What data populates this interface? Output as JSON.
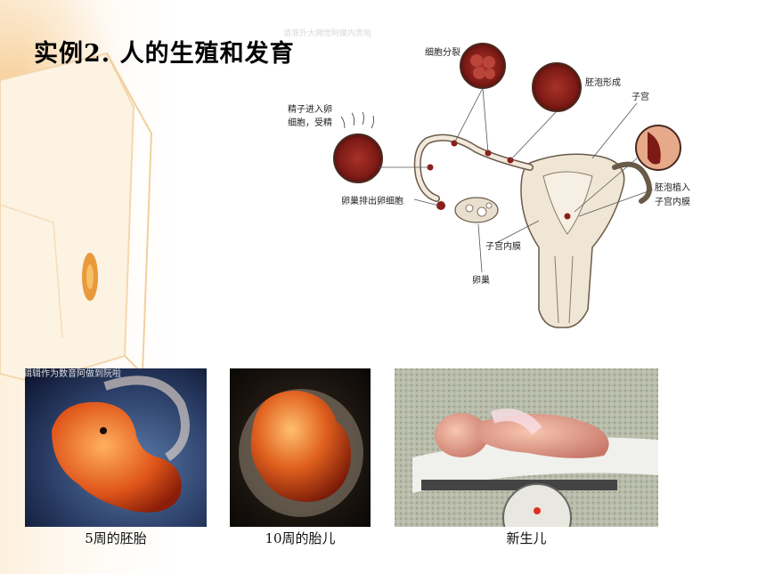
{
  "slide": {
    "title": "实例2. 人的生殖和发育",
    "watermark": "请准外大拥觉阿做内贵啦",
    "photo_watermark": "辑辑作为数音阿做到阮啦"
  },
  "diagram": {
    "labels": {
      "cell_division": "细胞分裂",
      "blastocyst_formation": "胚泡形成",
      "uterus": "子宫",
      "sperm_enters_line1": "精子进入卵",
      "sperm_enters_line2": "细胞，受精",
      "ovary_releases_egg": "卵巢排出卵细胞",
      "implantation_line1": "胚泡植入",
      "implantation_line2": "子宫内膜",
      "endometrium": "子宫内膜",
      "ovary": "卵巢"
    }
  },
  "photos": [
    {
      "caption": "5周的胚胎"
    },
    {
      "caption": "10周的胎儿"
    },
    {
      "caption": "新生儿"
    }
  ],
  "colors": {
    "deco_orange": "#f3c88a",
    "cell_red": "#8a1e1a",
    "uterus_outline": "#6a5a48"
  }
}
